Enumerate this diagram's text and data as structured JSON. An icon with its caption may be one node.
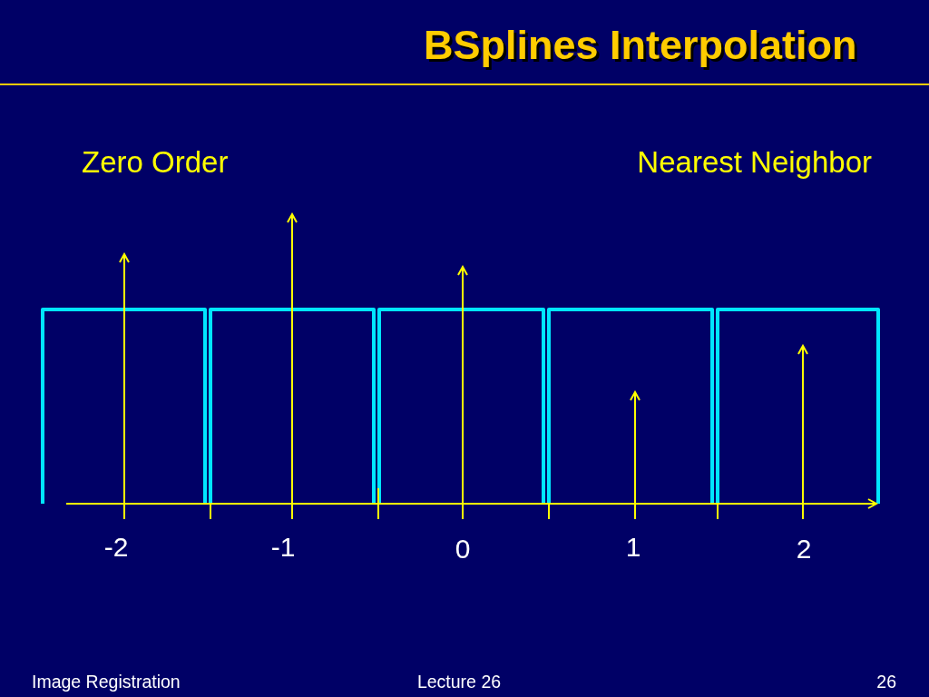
{
  "diagram": {
    "title": "BSplines Interpolation",
    "labels": [
      "Zero Order",
      "Nearest Neighbor",
      "-2",
      "-1",
      "0",
      "1",
      "2",
      "Image Registration",
      "Lecture 26",
      "26"
    ]
  }
}
